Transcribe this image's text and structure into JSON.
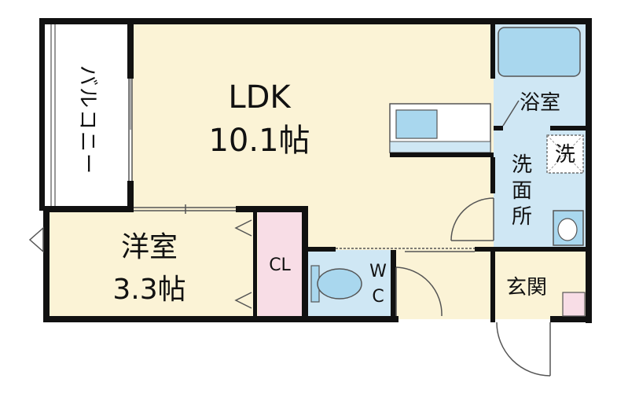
{
  "rooms": {
    "ldk": {
      "name": "LDK",
      "size": "10.1帖"
    },
    "western": {
      "name": "洋室",
      "size": "3.3帖"
    },
    "closet": {
      "name": "CL"
    },
    "bath": {
      "name": "浴室"
    },
    "washroom": {
      "name_chars": [
        "洗",
        "面",
        "所"
      ]
    },
    "washer": {
      "name": "洗"
    },
    "toilet": {
      "name_chars": [
        "W",
        "C"
      ]
    },
    "entrance": {
      "name": "玄関"
    },
    "balcony": {
      "name_chars": [
        "バ",
        "ル",
        "コ",
        "ニ",
        "ー"
      ]
    }
  },
  "colors": {
    "wall": "#111111",
    "floor": "#fbf3d6",
    "wet_area": "#cfe7f4",
    "closet": "#f8dde6",
    "fixture": "#a9d7ee"
  }
}
